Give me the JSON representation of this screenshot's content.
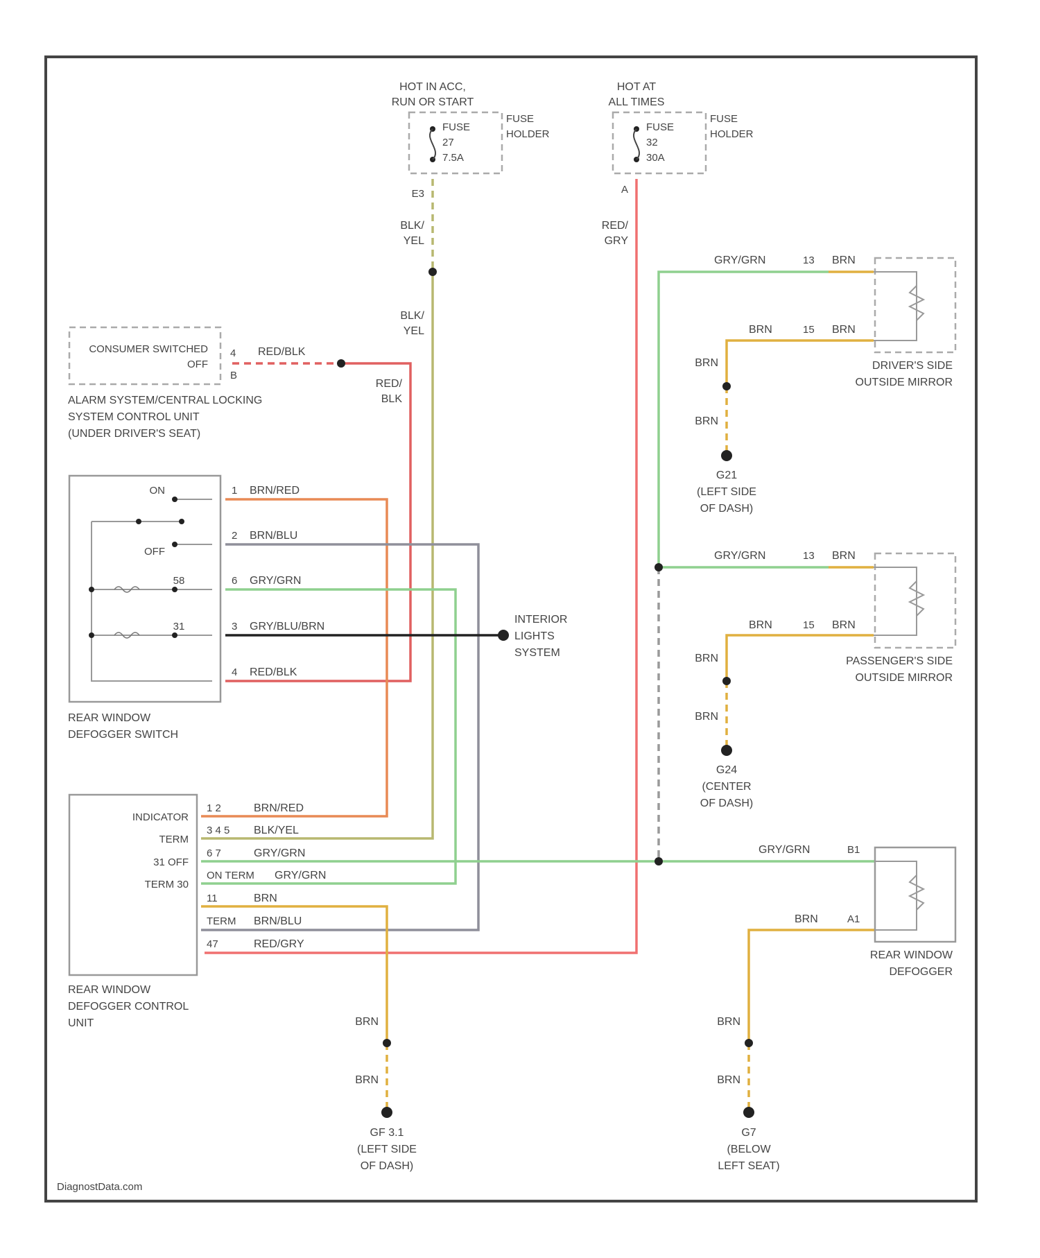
{
  "wire_colors": {
    "BRN": "#e0b040",
    "BRN_RED": "#e88a55",
    "BRN_BLU": "#8f8f9a",
    "GRY_GRN": "#8fd08f",
    "GRY_BLU_BRN": "#222222",
    "RED_BLK": "#e06060",
    "RED_GRY": "#f07070",
    "BLK_YEL": "#b8b870",
    "DASH_GRAY": "#9a9a9a"
  },
  "fuses": [
    {
      "hot_l1": "HOT IN ACC,",
      "hot_l2": "RUN OR START",
      "l1": "FUSE",
      "l2": "27",
      "l3": "7.5A",
      "holder_l1": "FUSE",
      "holder_l2": "HOLDER",
      "pin": "E3"
    },
    {
      "hot_l1": "HOT AT",
      "hot_l2": "ALL TIMES",
      "l1": "FUSE",
      "l2": "32",
      "l3": "30A",
      "holder_l1": "FUSE",
      "holder_l2": "HOLDER",
      "pin": "A"
    }
  ],
  "wires": {
    "blk_yel_l1": "BLK/",
    "blk_yel_l2": "YEL",
    "red_gry_l1": "RED/",
    "red_gry_l2": "GRY",
    "red_blk_top": "RED/BLK",
    "red_blk_l1": "RED/",
    "red_blk_l2": "BLK"
  },
  "alarm_unit": {
    "consumer_l1": "CONSUMER SWITCHED",
    "consumer_l2": "OFF",
    "pin_a": "4",
    "pin_b": "B",
    "caption": [
      "ALARM SYSTEM/CENTRAL LOCKING",
      "SYSTEM CONTROL UNIT",
      "(UNDER DRIVER'S SEAT)"
    ]
  },
  "defog_switch": {
    "on": "ON",
    "off": "OFF",
    "t58": "58",
    "t31": "31",
    "caption": [
      "REAR WINDOW",
      "DEFOGGER SWITCH"
    ],
    "pins": [
      {
        "pin": "1",
        "wire": "BRN/RED"
      },
      {
        "pin": "2",
        "wire": "BRN/BLU"
      },
      {
        "pin": "6",
        "wire": "GRY/GRN"
      },
      {
        "pin": "3",
        "wire": "GRY/BLU/BRN"
      },
      {
        "pin": "4",
        "wire": "RED/BLK"
      }
    ]
  },
  "interior_lights": [
    "INTERIOR",
    "LIGHTS",
    "SYSTEM"
  ],
  "control_unit": {
    "caption": [
      "REAR WINDOW",
      "DEFOGGER CONTROL",
      "UNIT"
    ],
    "rows": [
      {
        "label": "INDICATOR",
        "pin": "1 2",
        "wire": "BRN/RED"
      },
      {
        "label": "TERM",
        "pin": "3 4 5",
        "wire": "BLK/YEL"
      },
      {
        "label": "31 OFF",
        "pin": "6 7",
        "wire": "GRY/GRN"
      },
      {
        "label": "TERM 30",
        "pin": "ON TERM",
        "wire": "GRY/GRN"
      },
      {
        "label": "",
        "pin": "11",
        "wire": "BRN"
      },
      {
        "label": "",
        "pin": "TERM",
        "wire": "BRN/BLU"
      },
      {
        "label": "",
        "pin": "47",
        "wire": "RED/GRY"
      }
    ]
  },
  "drivers_mirror": {
    "caption": [
      "DRIVER'S SIDE",
      "OUTSIDE MIRROR"
    ],
    "wire_top": "GRY/GRN",
    "pin_top": "13",
    "wire_top_r": "BRN",
    "wire_bot": "BRN",
    "pin_bot": "15",
    "wire_bot_r": "BRN"
  },
  "pass_mirror": {
    "caption": [
      "PASSENGER'S SIDE",
      "OUTSIDE MIRROR"
    ],
    "wire_top": "GRY/GRN",
    "pin_top": "13",
    "wire_top_r": "BRN",
    "wire_bot": "BRN",
    "pin_bot": "15",
    "wire_bot_r": "BRN"
  },
  "defogger": {
    "caption": [
      "REAR WINDOW",
      "DEFOGGER"
    ],
    "wire_top": "GRY/GRN",
    "pin_top": "B1",
    "wire_bot": "BRN",
    "pin_bot": "A1"
  },
  "grounds": [
    {
      "wire1": "BRN",
      "wire2": "BRN",
      "name": "G21",
      "l2": "(LEFT SIDE",
      "l3": "OF DASH)"
    },
    {
      "wire1": "BRN",
      "wire2": "BRN",
      "name": "G24",
      "l2": "(CENTER",
      "l3": "OF DASH)"
    },
    {
      "wire1": "BRN",
      "wire2": "BRN",
      "name": "GF 3.1",
      "l2": "(LEFT SIDE",
      "l3": "OF DASH)"
    },
    {
      "wire1": "BRN",
      "wire2": "BRN",
      "name": "G7",
      "l2": "(BELOW",
      "l3": "LEFT SEAT)"
    }
  ],
  "watermark": "DiagnostData.com"
}
